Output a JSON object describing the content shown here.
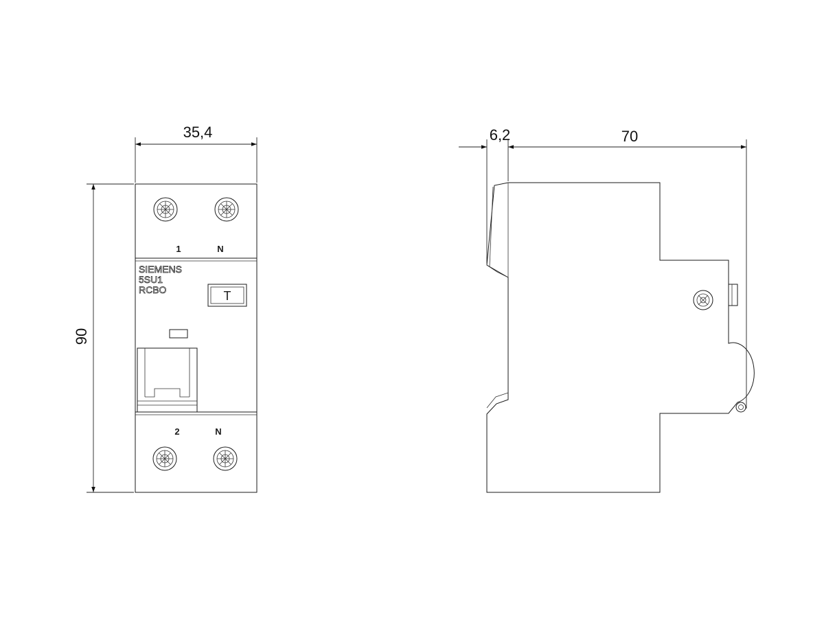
{
  "dimensions": {
    "front_width": "35,4",
    "front_height": "90",
    "side_offset": "6,2",
    "side_depth": "70"
  },
  "front_view": {
    "terminal_top_left": "1",
    "terminal_top_right": "N",
    "terminal_bottom_left": "2",
    "terminal_bottom_right": "N",
    "brand": "SIEMENS",
    "model": "5SU1",
    "type": "RCBO",
    "test_button": "T"
  }
}
